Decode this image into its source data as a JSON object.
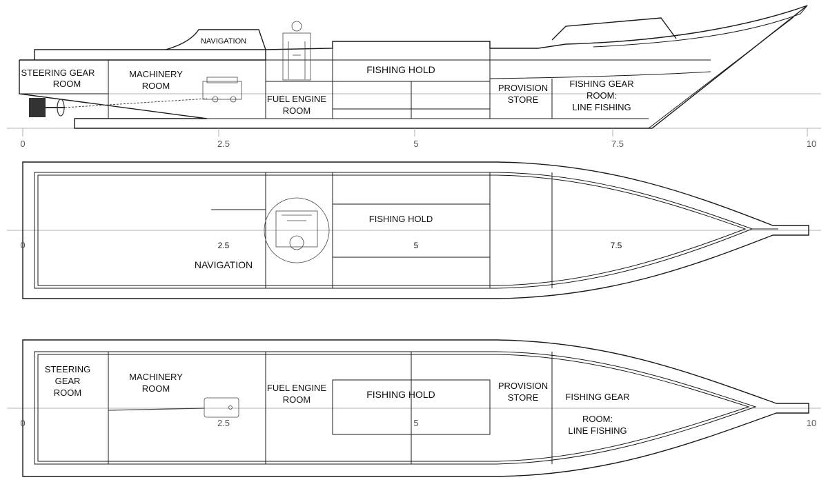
{
  "side_view": {
    "navigation": "NAVIGATION",
    "steering_gear": [
      "STEERING GEAR",
      "ROOM"
    ],
    "machinery": [
      "MACHINERY",
      "ROOM"
    ],
    "fuel_engine": [
      "FUEL ENGINE",
      "ROOM"
    ],
    "fishing_hold": "FISHING HOLD",
    "provision": [
      "PROVISION",
      "STORE"
    ],
    "fishing_gear": [
      "FISHING GEAR",
      "ROOM:",
      "LINE FISHING"
    ],
    "ticks": [
      "0",
      "2.5",
      "5",
      "7.5",
      "10"
    ]
  },
  "deck_plan": {
    "fishing_hold": "FISHING HOLD",
    "navigation": "NAVIGATION",
    "ticks": [
      "0",
      "2.5",
      "5",
      "7.5"
    ]
  },
  "lower_plan": {
    "steering_gear": [
      "STEERING",
      "GEAR",
      "ROOM"
    ],
    "machinery": [
      "MACHINERY",
      "ROOM"
    ],
    "fuel_engine": [
      "FUEL ENGINE",
      "ROOM"
    ],
    "fishing_hold": "FISHING HOLD",
    "provision": [
      "PROVISION",
      "STORE"
    ],
    "fishing_gear": [
      "FISHING GEAR",
      "ROOM:",
      "LINE FISHING"
    ],
    "ticks": [
      "0",
      "2.5",
      "5",
      "10"
    ]
  }
}
